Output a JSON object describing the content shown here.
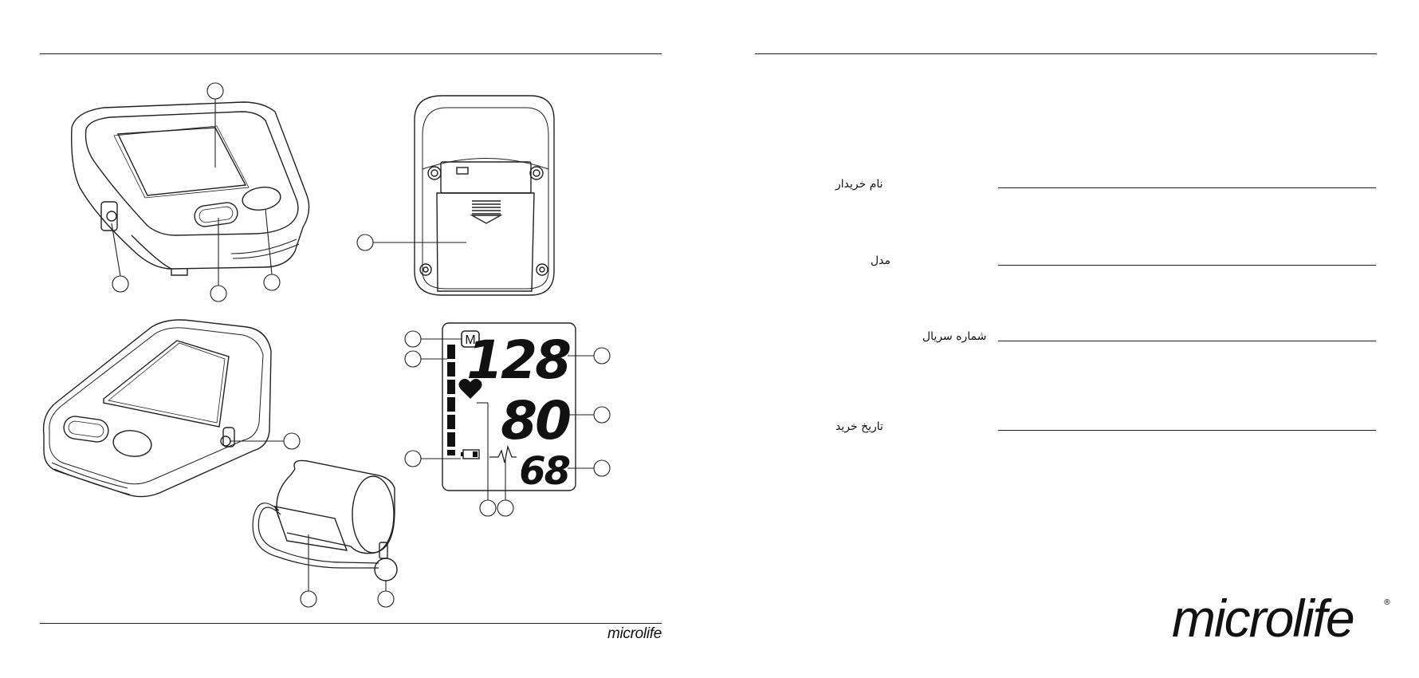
{
  "footer": {
    "brand_small": "microlife",
    "brand_large": "microlife",
    "registered": "®"
  },
  "display": {
    "memory_symbol": "M",
    "systolic": "128",
    "diastolic": "80",
    "pulse": "68"
  },
  "form": {
    "fields": [
      {
        "label": "نام خریدار"
      },
      {
        "label": "مدل"
      },
      {
        "label": "شماره سریال"
      },
      {
        "label": "تاریخ خرید"
      }
    ]
  },
  "icons": [
    "heart-icon",
    "battery-icon",
    "pulse-arrhythmia-icon",
    "memory-icon"
  ]
}
